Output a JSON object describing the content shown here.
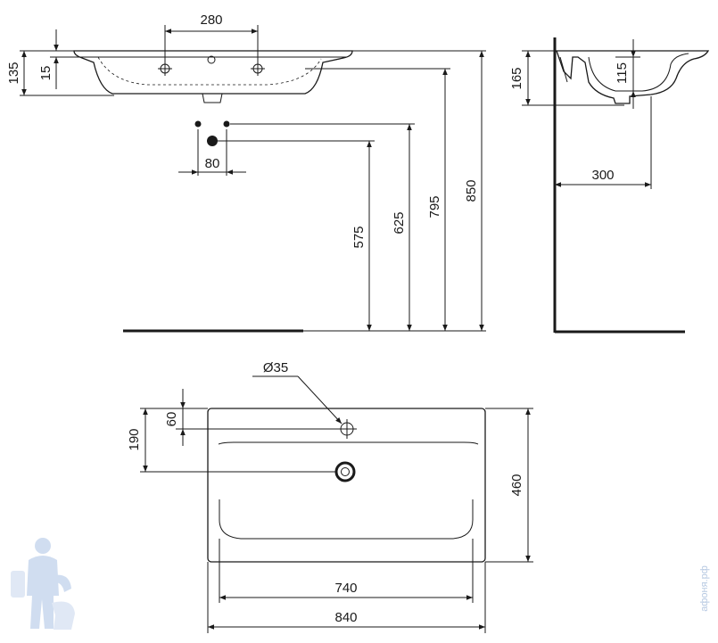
{
  "dimensions": {
    "front_tap_spacing": "280",
    "front_total_height": "135",
    "front_rim_depth": "15",
    "front_supply_spacing": "80",
    "front_height_575": "575",
    "front_height_625": "625",
    "front_height_795": "795",
    "front_height_850": "850",
    "side_height": "165",
    "side_bowl_depth": "115",
    "side_projection": "300",
    "top_hole_diameter": "Ø35",
    "top_hole_offset": "60",
    "top_drain_offset": "190",
    "top_depth": "460",
    "top_bowl_width": "740",
    "top_total_width": "840"
  },
  "watermark": {
    "text": "афоня.рф"
  }
}
